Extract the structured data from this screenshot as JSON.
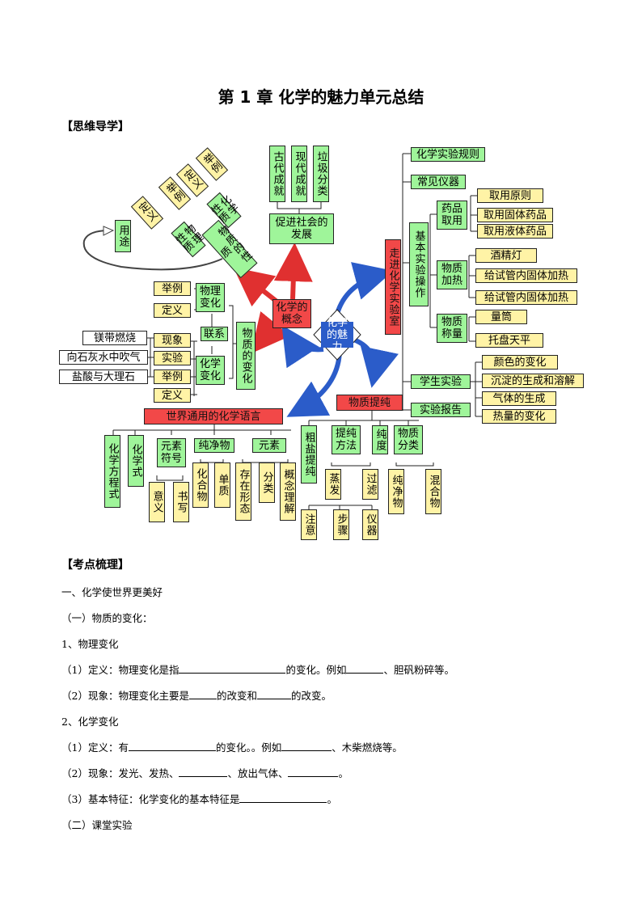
{
  "title": "第 1 章 化学的魅力单元总结",
  "section1": "【思维导学】",
  "section2": "【考点梳理】",
  "map": {
    "history": [
      "古代成就",
      "现代成就",
      "垃圾分类"
    ],
    "promote": "促进社会的发展",
    "concept": "化学的概念",
    "charm": "化学的魅力",
    "lab": "走进化学实验室",
    "lab_rules": "化学实验规则",
    "instruments": "常见仪器",
    "basic_ops": "基本实验操作",
    "take_drug": "药品取用",
    "take_items": [
      "取用原则",
      "取用固体药品",
      "取用液体药品"
    ],
    "heat": "物质加热",
    "heat_items": [
      "酒精灯",
      "给试管内固体加热",
      "给试管内固体加热"
    ],
    "weigh": "物质称量",
    "weigh_items": [
      "量筒",
      "托盘天平"
    ],
    "student_exp": "学生实验",
    "report": "实验报告",
    "phenomena": [
      "颜色的变化",
      "沉淀的生成和溶解",
      "气体的生成",
      "热量的变化"
    ],
    "purify": "物质提纯",
    "purify_items": [
      "粗盐提纯",
      "提纯方法",
      "纯度",
      "物质分类"
    ],
    "methods": [
      "蒸发",
      "过滤"
    ],
    "notes": [
      "注意",
      "步骤",
      "仪器"
    ],
    "classes": [
      "纯净物",
      "混合物"
    ],
    "language": "世界通用的化学语言",
    "lang_items": [
      "化学方程式",
      "化学式",
      "元素符号",
      "纯净物",
      "元素"
    ],
    "symbol_sub": [
      "意义",
      "书写"
    ],
    "pure_sub": [
      "化合物",
      "单质"
    ],
    "elem_sub": [
      "存在形态",
      "分类",
      "概念理解"
    ],
    "change": "物质的变化",
    "phys_change": "物理变化",
    "chem_change": "化学变化",
    "link": "联系",
    "phys_sub": [
      "举例",
      "定义"
    ],
    "chem_sub": [
      "现象",
      "实验",
      "举例",
      "定义"
    ],
    "examples": [
      "镁带燃烧",
      "向石灰水中吹气",
      "盐酸与大理石"
    ],
    "property": "物质的性质",
    "chem_prop": "化学性质",
    "phys_prop": "物理性质",
    "prop_left": [
      "定义",
      "举例"
    ],
    "prop_right": [
      "定义",
      "举例"
    ],
    "use": "用途"
  },
  "text": {
    "l1": "一、化学使世界更美好",
    "l2": "（一）物质的变化：",
    "l3": "1、物理变化",
    "l4a": "（1）定义：物理变化是指",
    "l4b": "的变化。例如",
    "l4c": "、胆矾粉碎等。",
    "l5a": "（2）现象：物理变化主要是",
    "l5b": "的改变和",
    "l5c": "的改变。",
    "l6": "2、化学变化",
    "l7a": "（1）定义：有",
    "l7b": "的变化。。例如",
    "l7c": "、木柴燃烧等。",
    "l8a": "（2）现象：发光、发热、",
    "l8b": "、放出气体、",
    "l8c": "。",
    "l9a": "（3）基本特征：化学变化的基本特征是",
    "l9b": "。",
    "l10": "（二）课堂实验"
  },
  "colors": {
    "green": "#9ff59a",
    "yellow": "#fff3a6",
    "red": "#f24848",
    "blue": "#2b5cc9"
  }
}
